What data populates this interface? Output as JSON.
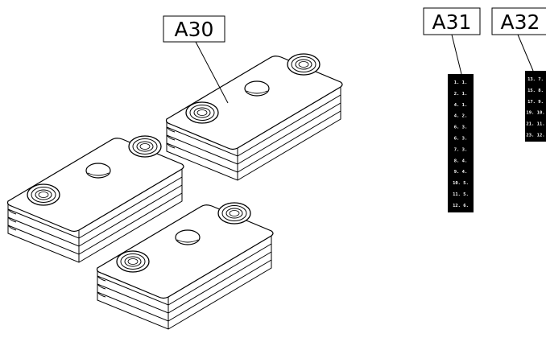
{
  "callouts": {
    "a30": "A30",
    "a31": "A31",
    "a32": "A32"
  },
  "strip_a31": {
    "labels": [
      "1. 1.",
      "2. 1.",
      "4. 1.",
      "4. 2.",
      "6. 3.",
      "6. 3.",
      "7. 3.",
      "8. 4.",
      "9. 4.",
      "10. 5.",
      "11. 5.",
      "12. 6."
    ]
  },
  "strip_a32": {
    "labels": [
      "13. 7.",
      "15. 8.",
      "17. 9.",
      "19. 10.",
      "21. 11.",
      "23. 12."
    ]
  },
  "colors": {
    "ink": "#000000",
    "paper": "#ffffff"
  },
  "icons": [
    "shim-pad-stack",
    "ring-boss",
    "center-hole",
    "label-strip"
  ]
}
